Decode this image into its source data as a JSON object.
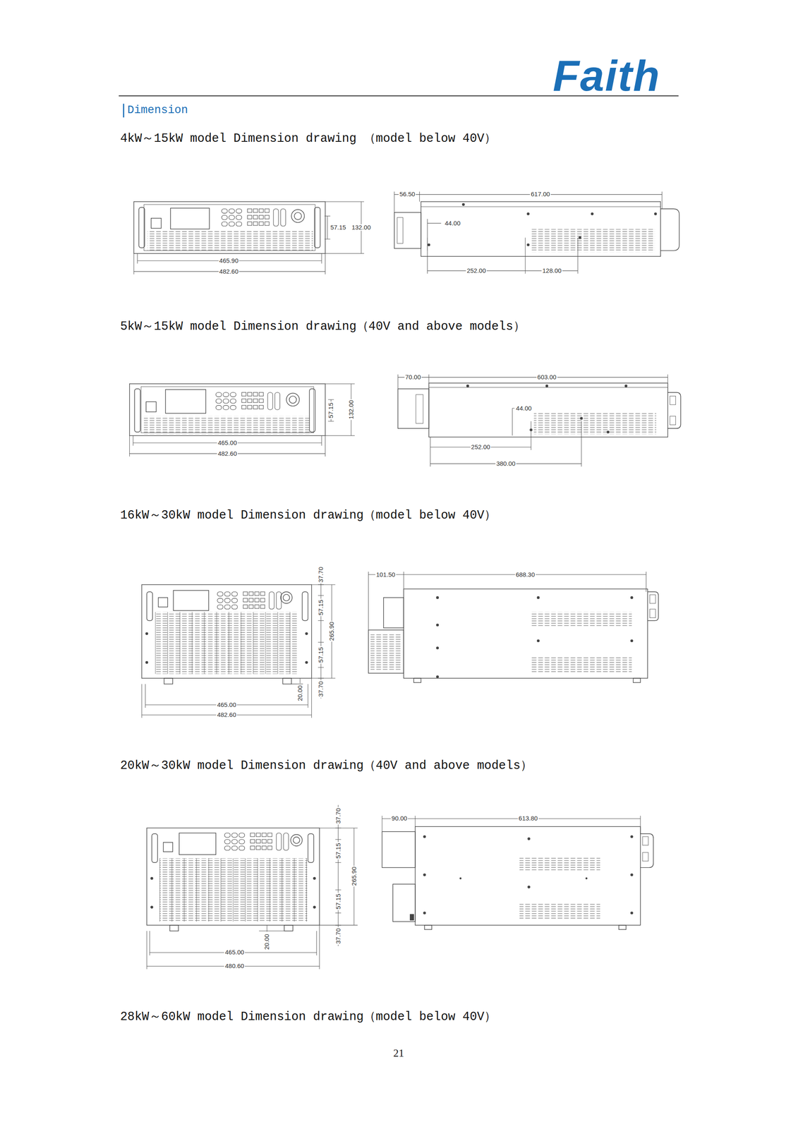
{
  "diagram": {
    "title": "Dimension",
    "labels": [
      "Faith",
      "4kW～15kW model Dimension drawing （model below 40V）",
      "56.50",
      "617.00",
      "44.00",
      "57.15",
      "132.00",
      "465.90",
      "482.60",
      "252.00",
      "128.00",
      "5kW～15kW model Dimension drawing（40V and above models）",
      "70.00",
      "603.00",
      "44.00",
      "57.15",
      "132.00",
      "465.00",
      "482.60",
      "252.00",
      "380.00",
      "16kW～30kW model Dimension drawing（model below 40V）",
      "37.70",
      "57.15",
      "265.90",
      "57.15",
      "37.70",
      "20.00",
      "465.00",
      "482.60",
      "101.50",
      "688.30",
      "20kW～30kW model Dimension drawing（40V and above models）",
      "37.70",
      "57.15",
      "265.90",
      "57.15",
      "37.70",
      "20.00",
      "465.00",
      "480.60",
      "90.00",
      "613.80",
      "28kW～60kW model Dimension drawing（model below 40V）",
      "21"
    ]
  }
}
